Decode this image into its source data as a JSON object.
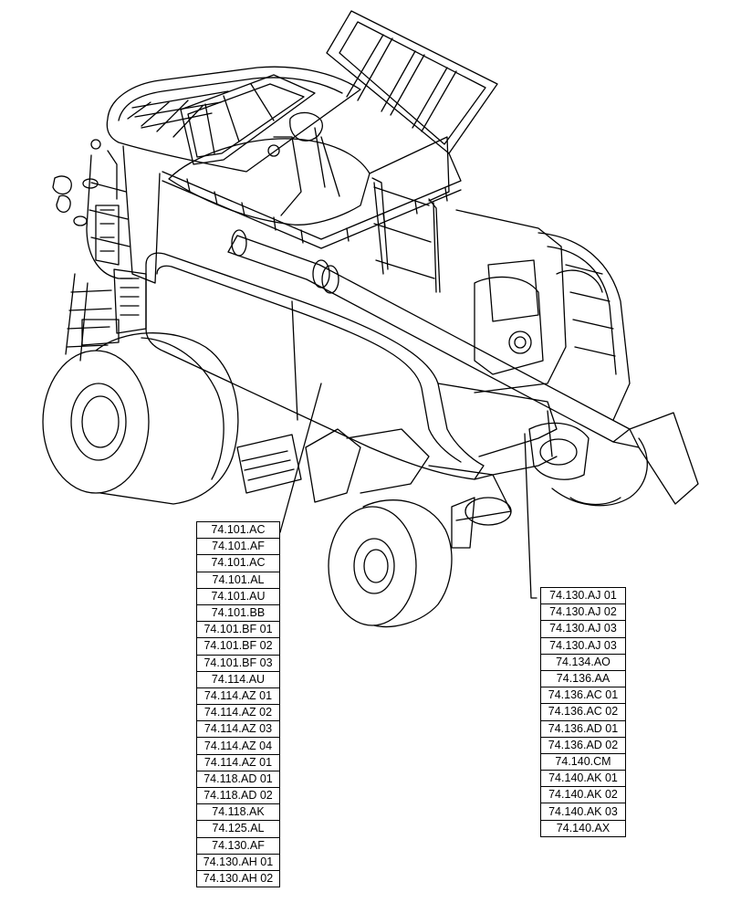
{
  "left_refs": [
    "74.101.AC",
    "74.101.AF",
    "74.101.AC",
    "74.101.AL",
    "74.101.AU",
    "74.101.BB",
    "74.101.BF 01",
    "74.101.BF 02",
    "74.101.BF 03",
    "74.114.AU",
    "74.114.AZ 01",
    "74.114.AZ 02",
    "74.114.AZ 03",
    "74.114.AZ 04",
    "74.114.AZ 01",
    "74.118.AD 01",
    "74.118.AD 02",
    "74.118.AK",
    "74.125.AL",
    "74.130.AF",
    "74.130.AH 01",
    "74.130.AH 02"
  ],
  "right_refs": [
    "74.130.AJ 01",
    "74.130.AJ 02",
    "74.130.AJ 03",
    "74.130.AJ 03",
    "74.134.AO",
    "74.136.AA",
    "74.136.AC 01",
    "74.136.AC 02",
    "74.136.AD 01",
    "74.136.AD 02",
    "74.140.CM",
    "74.140.AK 01",
    "74.140.AK 02",
    "74.140.AK 03",
    "74.140.AX"
  ],
  "line_color": "#000000"
}
